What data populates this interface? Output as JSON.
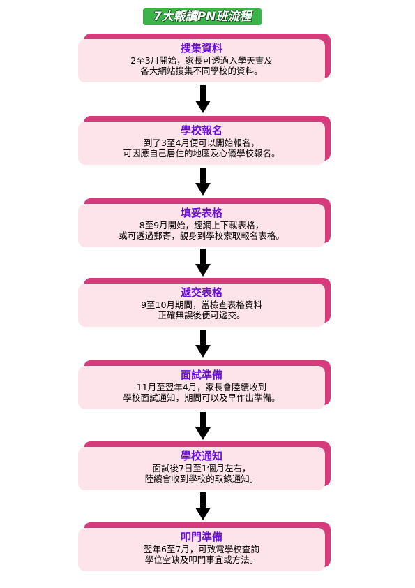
{
  "title": "7大報讀PN班流程",
  "steps": [
    {
      "title": "搜集資料",
      "lines": [
        "2至3月開始，家長可透過入學天書及",
        "各大網站搜集不同學校的資料。"
      ]
    },
    {
      "title": "學校報名",
      "lines": [
        "到了3至4月便可以開始報名，",
        "可因應自己居住的地區及心儀學校報名。"
      ]
    },
    {
      "title": "填妥表格",
      "lines": [
        "8至9月開始，經網上下載表格，",
        "或可透過郵寄，親身到學校索取報名表格。"
      ]
    },
    {
      "title": "遞交表格",
      "lines": [
        "9至10月期間，當檢查表格資料",
        "正確無誤後便可遞交。"
      ]
    },
    {
      "title": "面試準備",
      "lines": [
        "11月至翌年4月，家長會陸續收到",
        "學校面試通知，期間可以及早作出準備。"
      ]
    },
    {
      "title": "學校通知",
      "lines": [
        "面試後7日至1個月左右，",
        "陸續會收到學校的取錄通知。"
      ]
    },
    {
      "title": "叩門準備",
      "lines": [
        "翌年6至7月，可致電學校查詢",
        "學位空缺及叩門事宜或方法。"
      ]
    }
  ],
  "colors": {
    "title_bg": "#3bb44a",
    "box_back": "#d63c7c",
    "box_front": "#fde4ea",
    "step_title": "#6a0fd6",
    "arrow": "#000000"
  }
}
